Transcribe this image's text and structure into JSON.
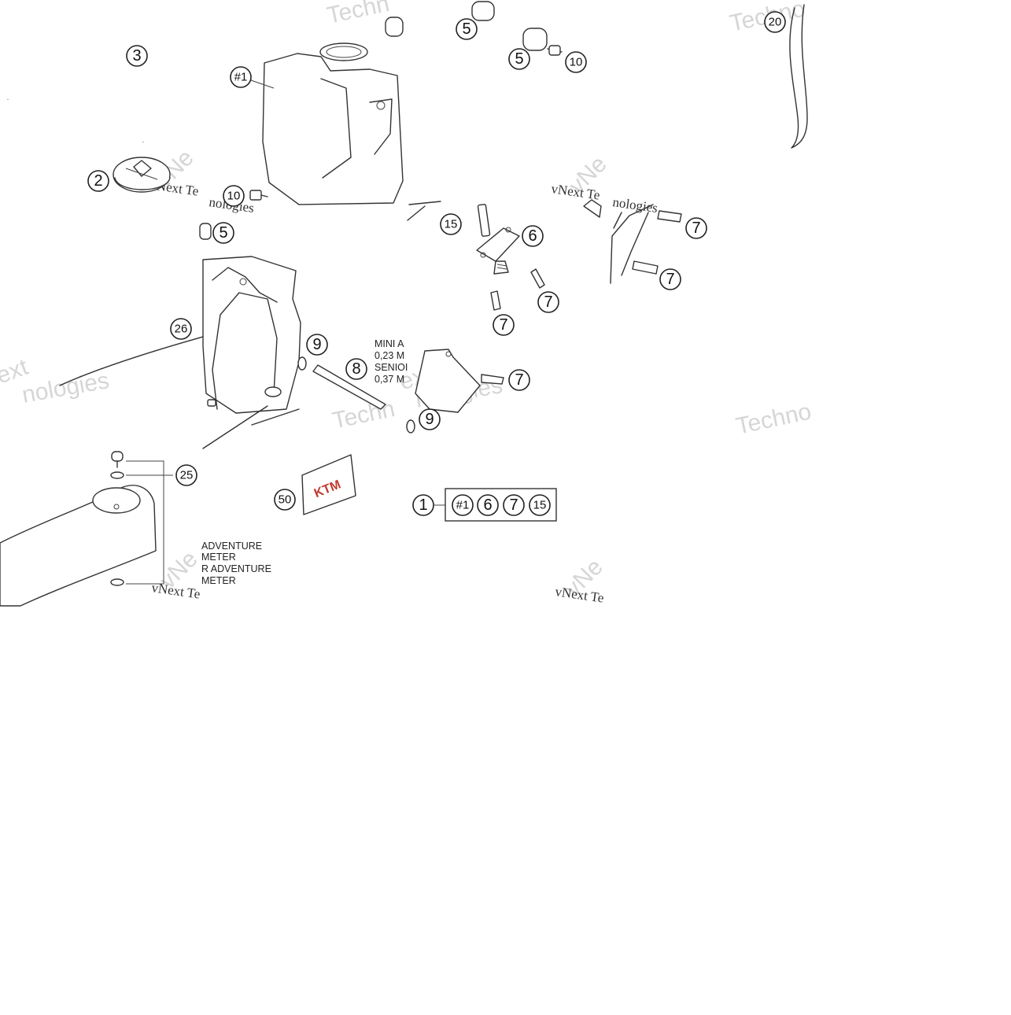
{
  "callouts": {
    "c3": "3",
    "c2": "2",
    "c1_hash_tank": "#1",
    "c10_a": "10",
    "c10_b": "10",
    "c5_a": "5",
    "c5_b": "5",
    "c5_c": "5",
    "c20": "20",
    "c15": "15",
    "c6": "6",
    "c7_a": "7",
    "c7_b": "7",
    "c7_c": "7",
    "c7_d": "7",
    "c7_e": "7",
    "c26": "26",
    "c9_a": "9",
    "c9_b": "9",
    "c8": "8",
    "c25": "25",
    "c50": "50",
    "c1_kit": "1"
  },
  "kit_box": [
    "#1",
    "6",
    "7",
    "15"
  ],
  "notes": {
    "tank_a_line1": "MINI A",
    "tank_a_line2": "0,23 M",
    "tank_a_line3": "SENIOI",
    "tank_a_line4": "0,37 M",
    "tank_b_line1": "ADVENTURE",
    "tank_b_line2": "METER",
    "tank_b_line3": "R ADVENTURE",
    "tank_b_line4": "METER"
  },
  "watermarks": {
    "techno_a": "Techn",
    "techno_b": "Techno",
    "techno_c": "Techn",
    "techno_d": "Techno",
    "vnext_a": "vNext Te",
    "vnext_b": "vNext Te",
    "vnext_c": "vNext Te",
    "vnext_d": "vNext Te",
    "ologies_a": "nologies",
    "ologies_b": "nologies",
    "ologies_c": "nologies",
    "ologies_d": "nologies",
    "ext_a": "ext",
    "ext_b": "ext",
    "vne_a": "vNe",
    "vne_b": "vNe",
    "vne_c": "vNe",
    "vne_d": "vNe"
  },
  "logo_text": "KTM",
  "colors": {
    "line": "#333333",
    "watermark": "#d6d6d6",
    "logo_red": "#c0392b"
  }
}
